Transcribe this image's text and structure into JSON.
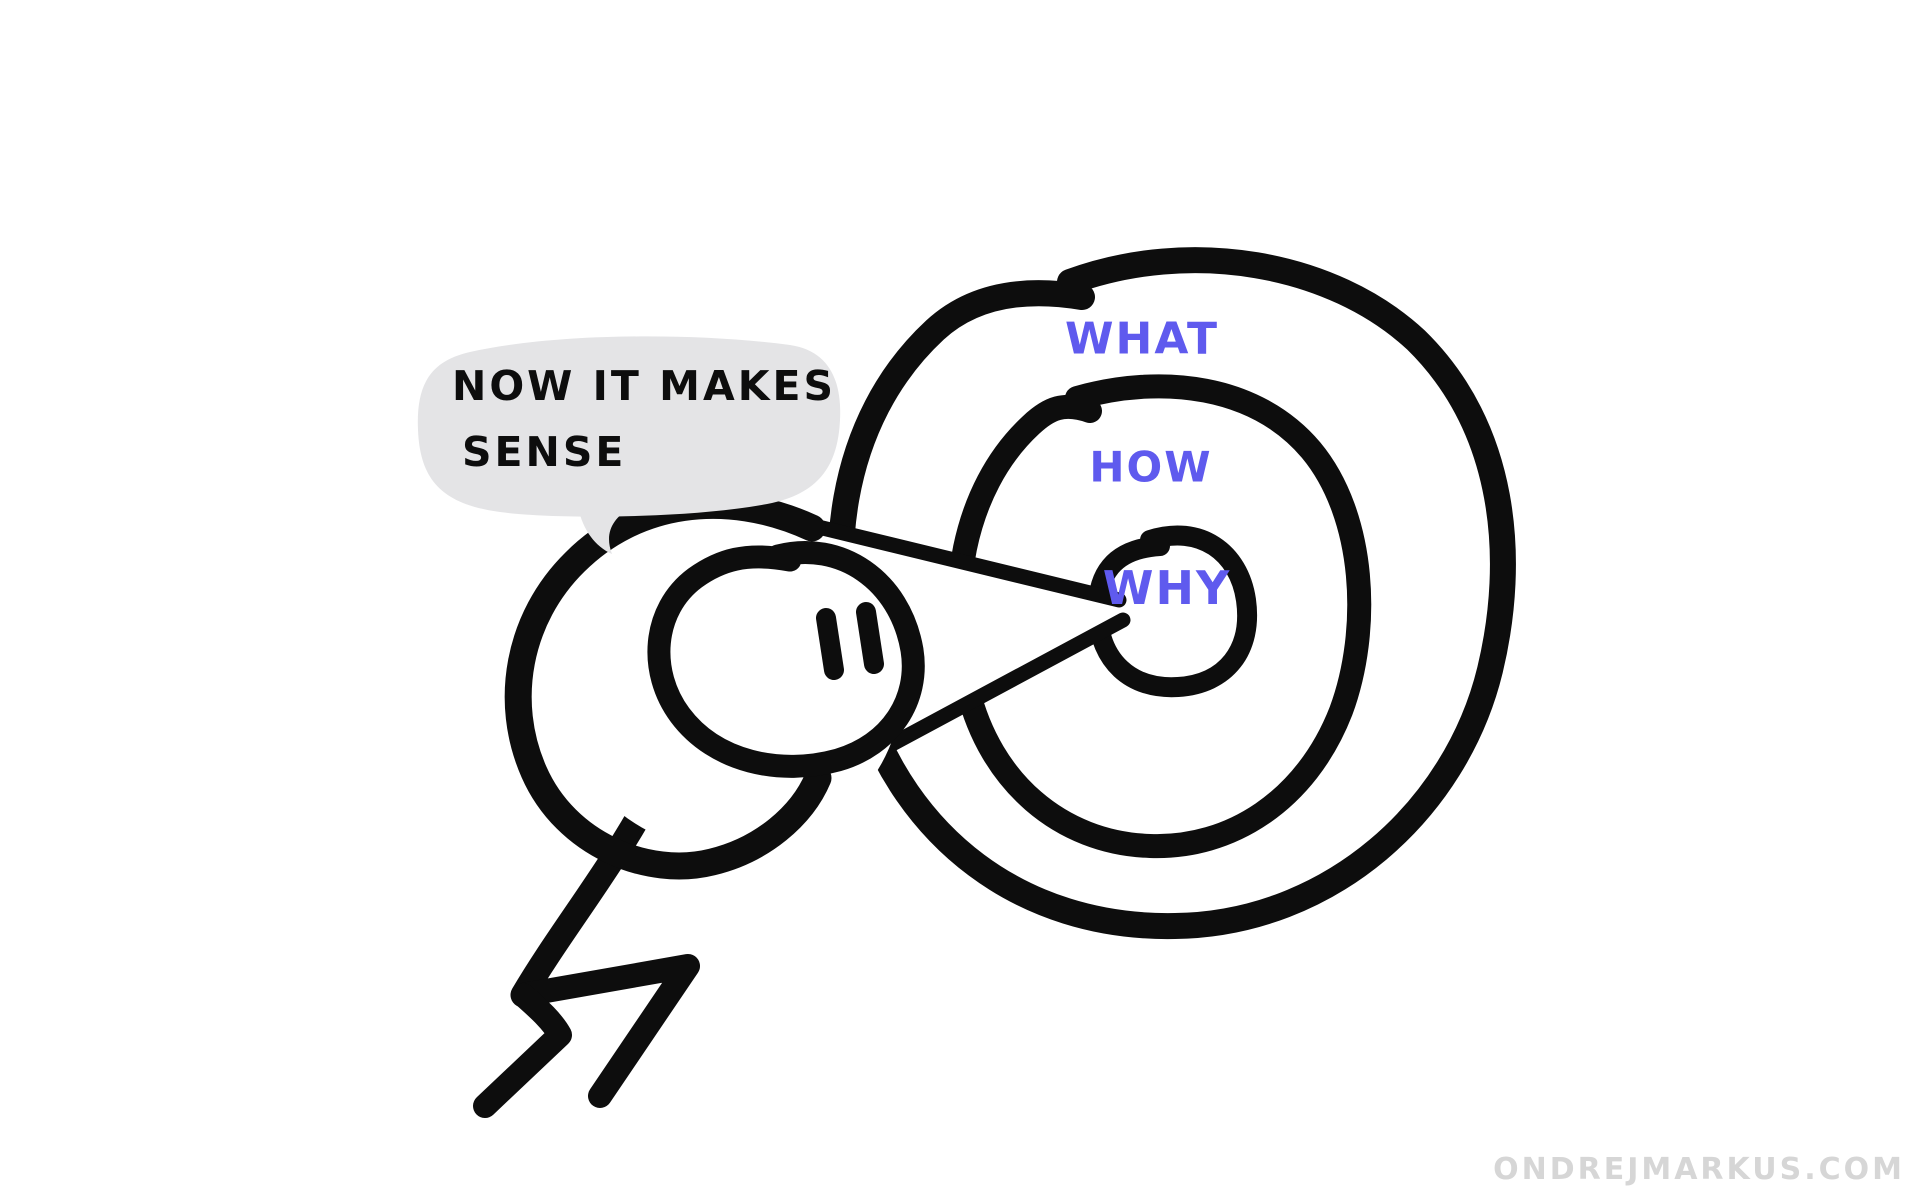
{
  "scene": {
    "speech_bubble": {
      "line1": "NOW IT MAKES",
      "line2": "SENSE"
    },
    "diagram": {
      "outer_label": "WHAT",
      "middle_label": "HOW",
      "inner_label": "WHY"
    },
    "watermark": "ONDREJMARKUS.COM"
  },
  "colors": {
    "ink": "#0d0d0d",
    "accent": "#5f5aee",
    "bubble": "#e4e4e6",
    "watermark": "#d6d6d6"
  }
}
